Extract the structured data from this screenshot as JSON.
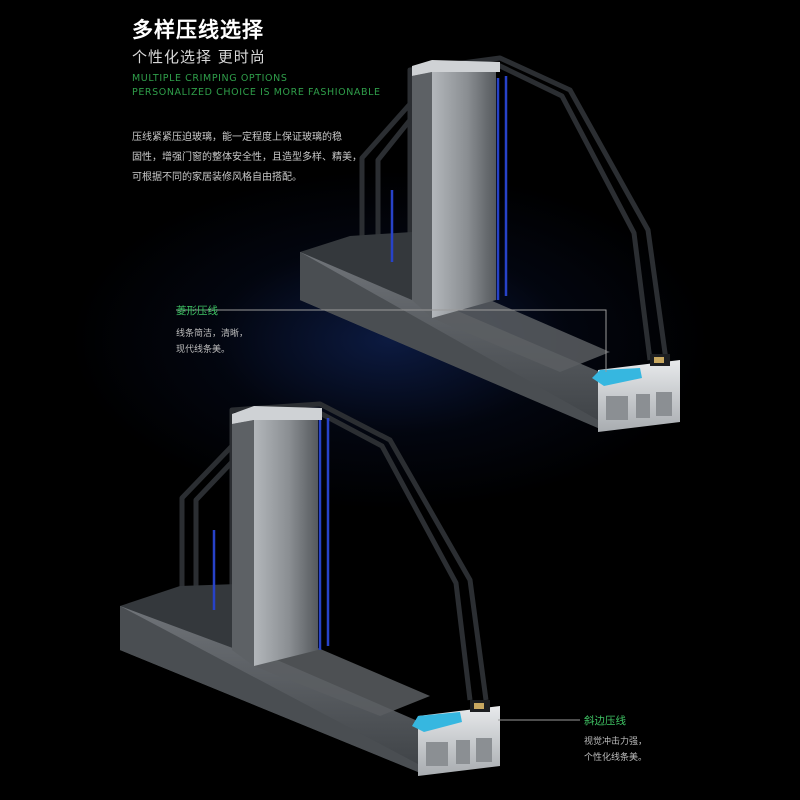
{
  "header": {
    "title": "多样压线选择",
    "subtitle": "个性化选择  更时尚",
    "english_line1": "MULTIPLE CRIMPING OPTIONS",
    "english_line2": "PERSONALIZED CHOICE IS MORE FASHIONABLE"
  },
  "description": {
    "line1": "压线紧紧压迫玻璃，能一定程度上保证玻璃的稳",
    "line2": "固性，增强门窗的整体安全性，且造型多样、精美，",
    "line3": "可根据不同的家居装修风格自由搭配。"
  },
  "callouts": [
    {
      "title": "菱形压线",
      "lines": [
        "线条简洁，清晰，",
        "现代线条美。"
      ]
    },
    {
      "title": "斜边压线",
      "lines": [
        "视觉冲击力强，",
        "个性化线条美。"
      ]
    }
  ],
  "colors": {
    "background": "#000000",
    "accent_green": "#3fc464",
    "profile_gray": "#8e9296",
    "frame_dark": "#2a2d31",
    "glass_blue": "#2742c8",
    "highlight_cyan": "#36b7e0"
  }
}
